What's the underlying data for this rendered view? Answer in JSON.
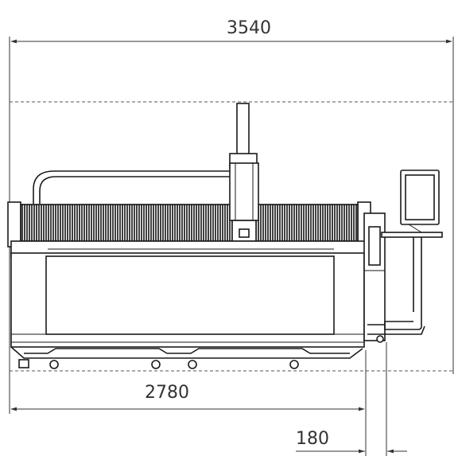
{
  "dimensions": {
    "overall_width": "3540",
    "bed_width": "2780",
    "side_offset": "180"
  }
}
